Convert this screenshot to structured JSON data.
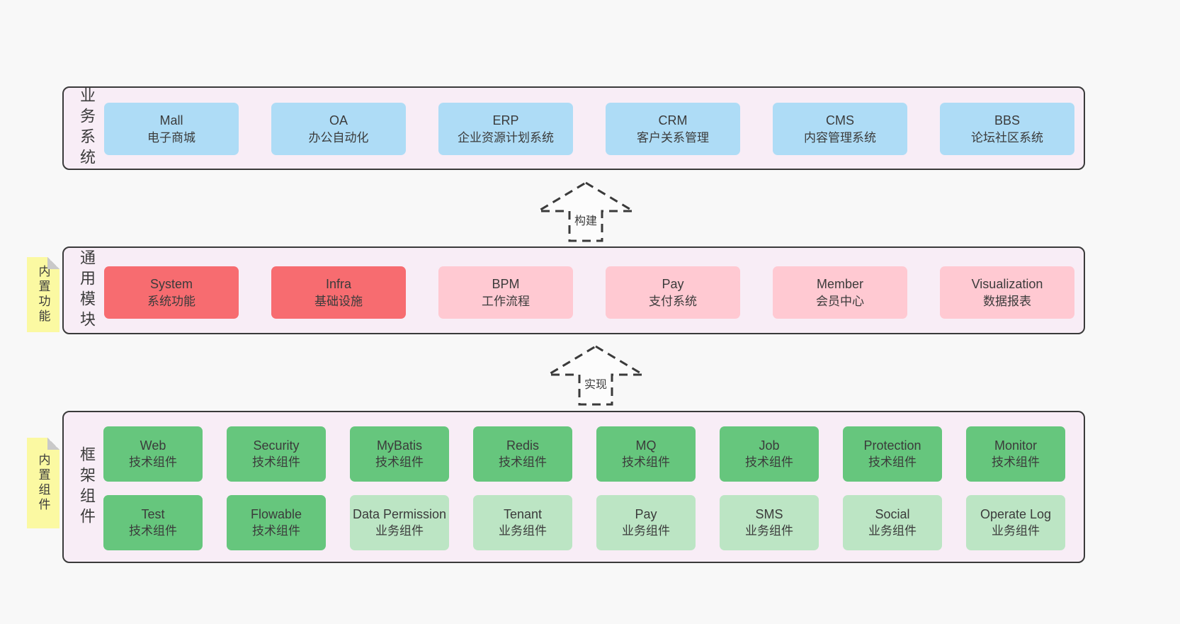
{
  "colors": {
    "page_bg": "#f8f8f8",
    "panel_bg": "#f8edf6",
    "panel_border": "#3a3a3a",
    "blue_box": "#aedcf6",
    "red_box": "#f76c70",
    "pink_box": "#ffc9d2",
    "green_dark_box": "#66c67d",
    "green_light_box": "#bce5c4",
    "sticky_note": "#fbf9a2",
    "fold_gray": "#c9c9c9",
    "text": "#3b3b3b"
  },
  "arrows": {
    "build": "构建",
    "implement": "实现"
  },
  "sections": {
    "business": {
      "side_label": "业务系统",
      "boxes": [
        {
          "en": "Mall",
          "zh": "电子商城"
        },
        {
          "en": "OA",
          "zh": "办公自动化"
        },
        {
          "en": "ERP",
          "zh": "企业资源计划系统"
        },
        {
          "en": "CRM",
          "zh": "客户关系管理"
        },
        {
          "en": "CMS",
          "zh": "内容管理系统"
        },
        {
          "en": "BBS",
          "zh": "论坛社区系统"
        }
      ]
    },
    "modules": {
      "sticky_note": "内置功能",
      "side_label": "通用模块",
      "boxes": [
        {
          "en": "System",
          "zh": "系统功能"
        },
        {
          "en": "Infra",
          "zh": "基础设施"
        },
        {
          "en": "BPM",
          "zh": "工作流程"
        },
        {
          "en": "Pay",
          "zh": "支付系统"
        },
        {
          "en": "Member",
          "zh": "会员中心"
        },
        {
          "en": "Visualization",
          "zh": "数据报表"
        }
      ]
    },
    "components": {
      "sticky_note": "内置组件",
      "side_label": "框架组件",
      "row1": [
        {
          "en": "Web",
          "zh": "技术组件"
        },
        {
          "en": "Security",
          "zh": "技术组件"
        },
        {
          "en": "MyBatis",
          "zh": "技术组件"
        },
        {
          "en": "Redis",
          "zh": "技术组件"
        },
        {
          "en": "MQ",
          "zh": "技术组件"
        },
        {
          "en": "Job",
          "zh": "技术组件"
        },
        {
          "en": "Protection",
          "zh": "技术组件"
        },
        {
          "en": "Monitor",
          "zh": "技术组件"
        }
      ],
      "row2": [
        {
          "en": "Test",
          "zh": "技术组件"
        },
        {
          "en": "Flowable",
          "zh": "技术组件"
        },
        {
          "en": "Data Permission",
          "zh": "业务组件"
        },
        {
          "en": "Tenant",
          "zh": "业务组件"
        },
        {
          "en": "Pay",
          "zh": "业务组件"
        },
        {
          "en": "SMS",
          "zh": "业务组件"
        },
        {
          "en": "Social",
          "zh": "业务组件"
        },
        {
          "en": "Operate Log",
          "zh": "业务组件"
        }
      ]
    }
  }
}
